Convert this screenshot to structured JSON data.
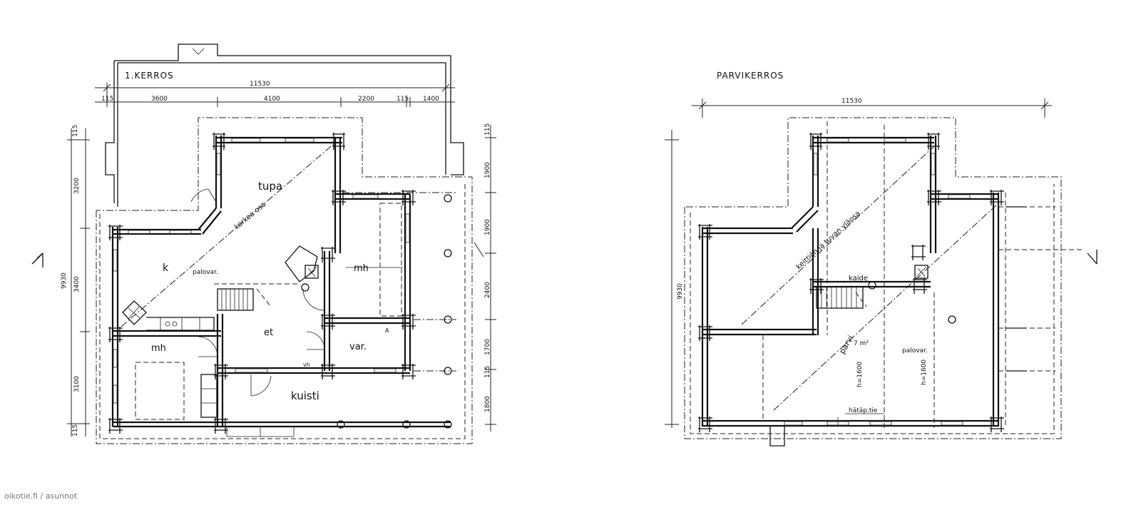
{
  "footer": "oikotie.fi / asunnot",
  "plan1": {
    "title": "1.KERROS",
    "overall_width": "11530",
    "overall_depth": "9930",
    "top_dims": [
      "115",
      "3600",
      "4100",
      "2200",
      "115",
      "1400"
    ],
    "left_dims": [
      "115",
      "3200",
      "3400",
      "3100",
      "115"
    ],
    "right_dims": [
      "115",
      "1900",
      "1900",
      "2400",
      "1700",
      "115",
      "1800"
    ],
    "rooms": {
      "tupa": "tupa",
      "korkea": "korkea osa",
      "k": "k",
      "palovar": "palovar.",
      "mh_right": "mh",
      "et": "et",
      "var": "var.",
      "mh_left": "mh",
      "kuisti": "kuisti",
      "vh": "vh",
      "a": "A"
    }
  },
  "plan2": {
    "title": "PARVIKERROS",
    "overall_width": "11530",
    "overall_depth": "9930",
    "labels": {
      "upper": "keittiön ja tuvan yläosa",
      "kaide": "kaide",
      "parvi": "parvi",
      "area": "7 m²",
      "palovar": "palovar.",
      "h1": "h=1600",
      "h2": "h=1600",
      "hatap": "hätäp.tie"
    }
  }
}
